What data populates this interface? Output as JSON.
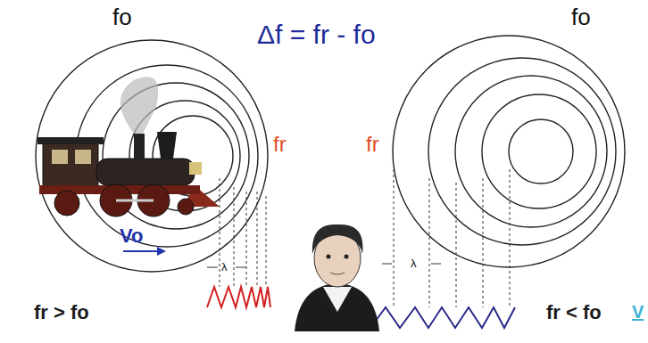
{
  "diagram": {
    "title": "Δf = fr - fo",
    "labels": [
      "fo",
      "fo",
      "fr",
      "fr",
      "Vo",
      "λ",
      "λ",
      "fr > fo",
      "fr < fo",
      "V"
    ]
  }
}
